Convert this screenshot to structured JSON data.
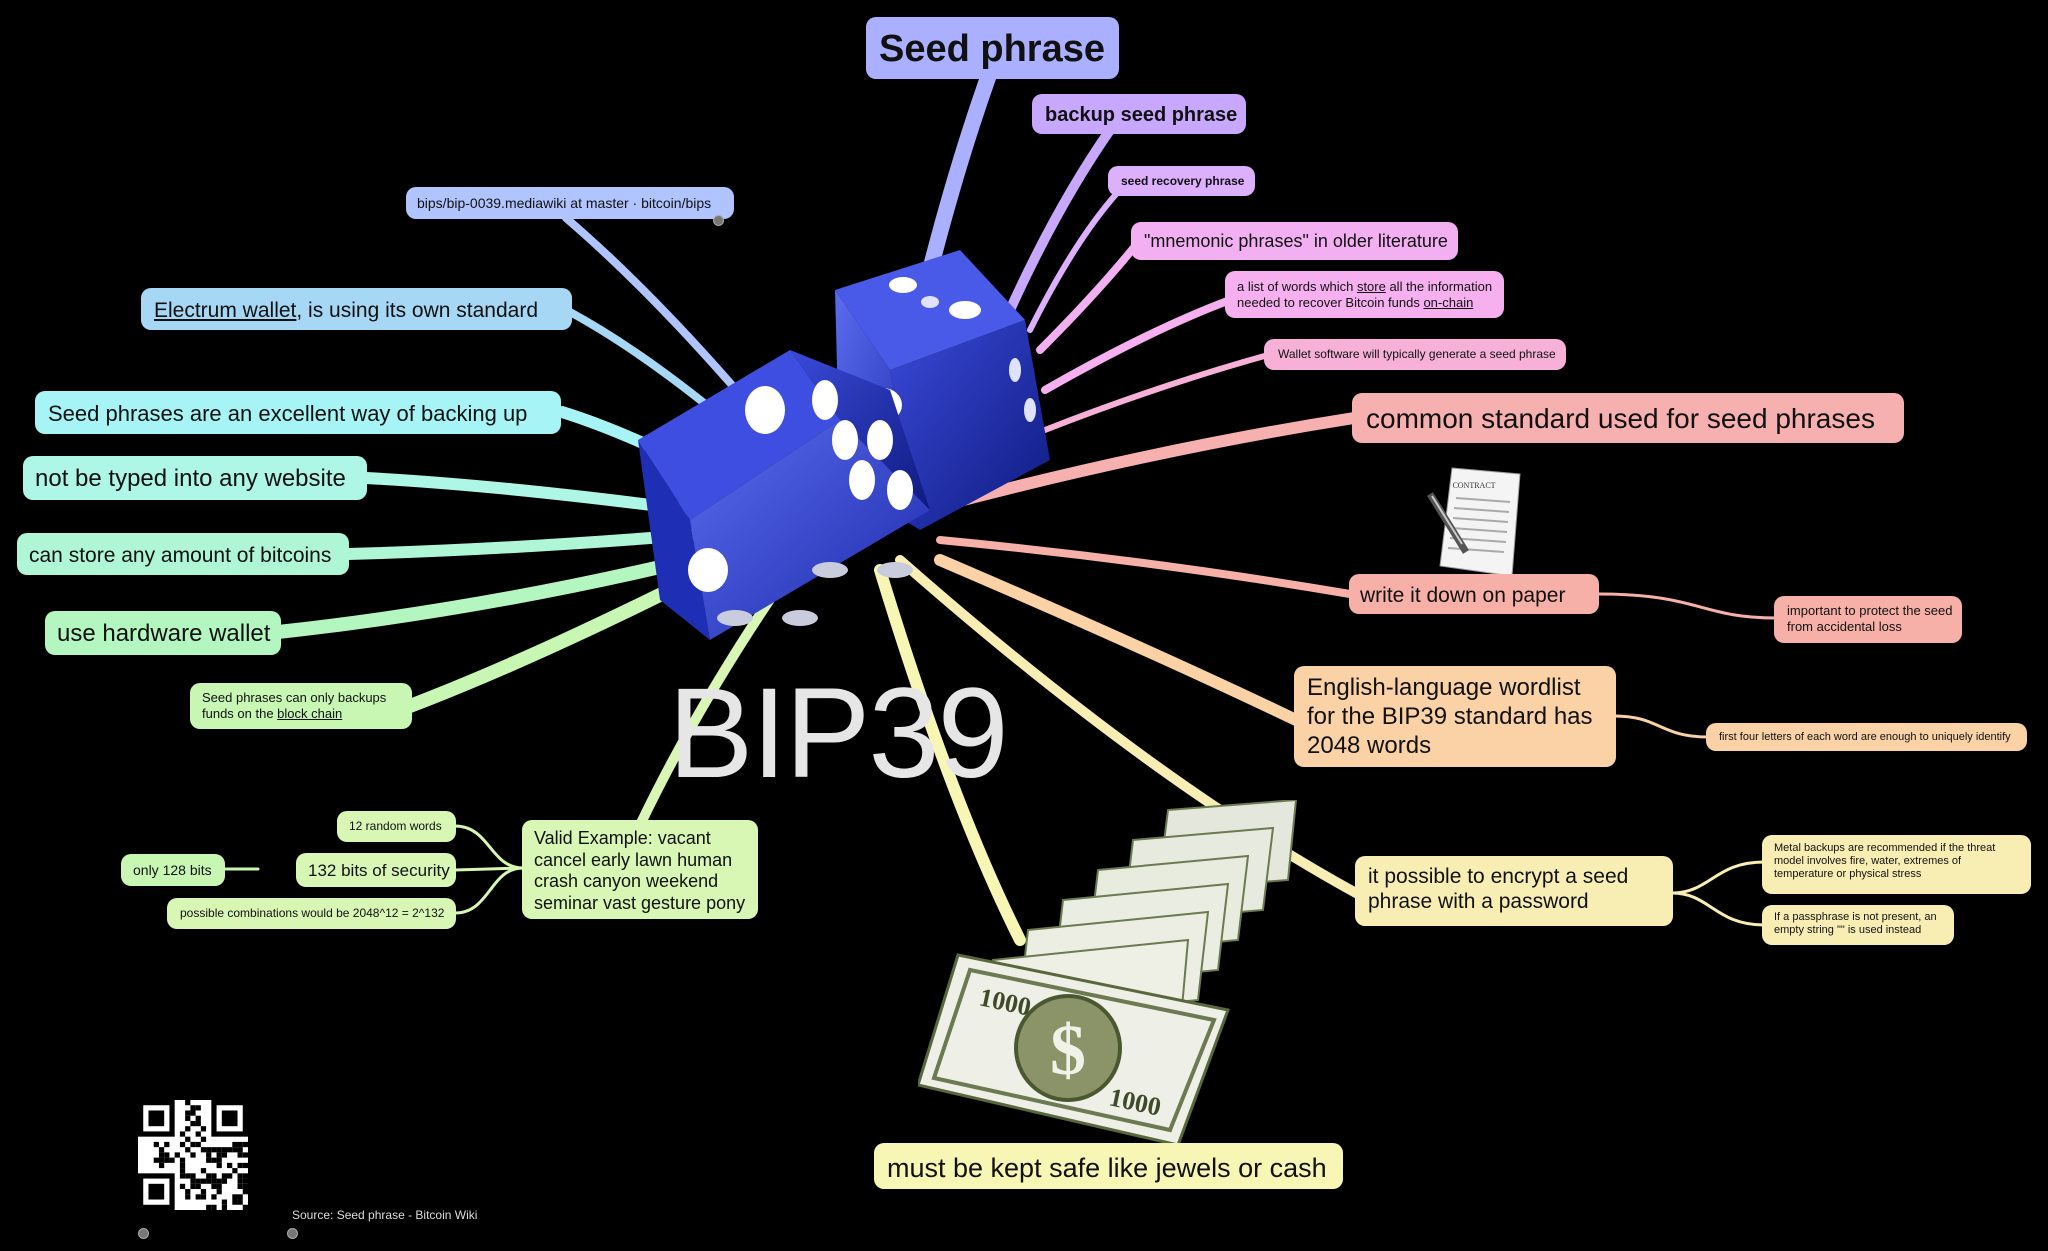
{
  "center": {
    "title": "BIP39"
  },
  "nodes": {
    "seed_phrase": "Seed phrase",
    "backup_seed_phrase": "backup seed phrase",
    "seed_recovery_phrase": "seed recovery phrase",
    "bips_link": "bips/bip-0039.mediawiki at master · bitcoin/bips",
    "mnemonic_older": "\"mnemonic phrases\" in older literature",
    "list_of_words_pre": "a list of words which ",
    "list_of_words_store": "store",
    "list_of_words_mid": " all the information needed to recover Bitcoin funds ",
    "list_of_words_onchain": "on-chain",
    "electrum_link": "Electrum wallet",
    "electrum_rest": ", is using its own standard",
    "wallet_software": "Wallet software will typically generate a seed phrase",
    "excellent_backup": "Seed phrases are an excellent way of backing up",
    "common_standard": "common standard used for seed phrases",
    "not_typed": "not be typed into any website",
    "store_any": "can store any amount of bitcoins",
    "hardware_wallet": "use hardware wallet",
    "write_paper": "write it down on paper",
    "protect_loss": "important to protect the seed from accidental loss",
    "only_backups_pre": "Seed phrases can only backups funds on the ",
    "only_backups_link": "block chain",
    "wordlist": "English-language wordlist for the BIP39 standard has 2048 words",
    "first_four": "first four letters of each word are enough to uniquely identify",
    "random_words": "12 random words",
    "bits_128": "only 128 bits",
    "bits_132": "132 bits of security",
    "combinations": "possible combinations would be 2048^12 = 2^132",
    "valid_example": "Valid Example: vacant cancel early lawn human crash canyon weekend seminar vast gesture pony",
    "encrypt": "it possible to encrypt a seed phrase with a password",
    "metal_backups": "Metal backups are recommended if the threat model involves fire, water, extremes of temperature or physical stress",
    "passphrase_empty": "If a passphrase is not present, an empty string \"\" is used instead",
    "kept_safe": "must be kept safe like jewels or cash"
  },
  "images": {
    "contract_label": "CONTRACT",
    "bill_denomination": "1000",
    "bill_symbol": "$"
  },
  "source": "Source: Seed phrase - Bitcoin Wiki",
  "colors": {
    "background": "#000000",
    "dice": "#2a3fd0",
    "seed_phrase": "#aab0ff",
    "pink": "#f7b0ef",
    "salmon": "#f7b0b0",
    "cyan": "#a6f4f6",
    "mint": "#aef6d6",
    "green": "#c8f7b4",
    "peach": "#fbd1a6",
    "yellow": "#f8f6b4"
  }
}
